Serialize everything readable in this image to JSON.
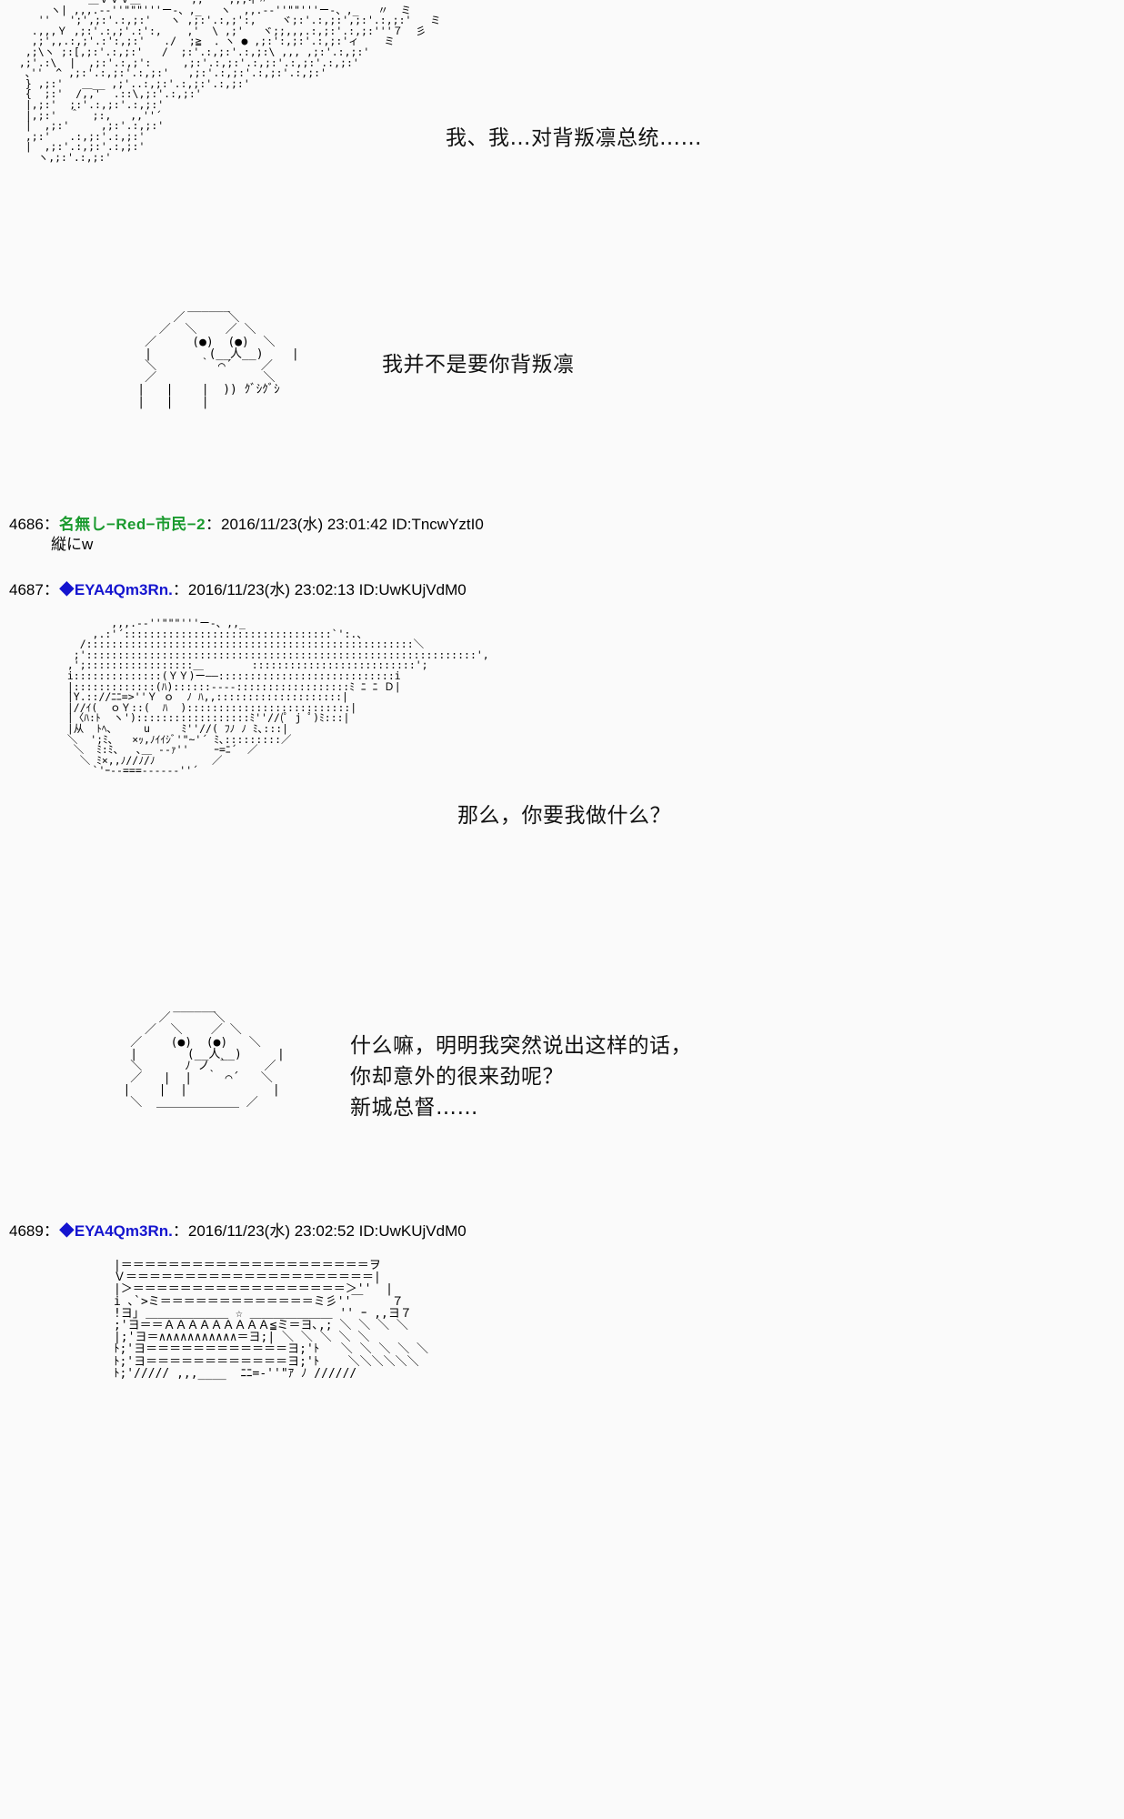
{
  "board": {
    "background_color": "#fafafa",
    "name_color_anon": "#1a9a2e",
    "name_color_trip": "#1414cf",
    "text_color": "#000000"
  },
  "posts": [
    {
      "number": "4686",
      "sep1": "：",
      "name": "名無し−Red−市民−2",
      "sep2": "：",
      "datestamp": "2016/11/23(水) 23:01:42 ID:TncwYztI0",
      "name_type": "anonymous",
      "trip_icon": "",
      "body": "縦にw"
    },
    {
      "number": "4687",
      "sep1": "：",
      "name": "EYA4Qm3Rn.",
      "sep2": "：",
      "datestamp": "2016/11/23(水) 23:02:13 ID:UwKUjVdM0",
      "name_type": "tripcode",
      "trip_icon": "◆",
      "body": ""
    },
    {
      "number": "4689",
      "sep1": "：",
      "name": "EYA4Qm3Rn.",
      "sep2": "：",
      "datestamp": "2016/11/23(水) 23:02:52 ID:UwKUjVdM0",
      "name_type": "tripcode",
      "trip_icon": "◆",
      "body": ""
    }
  ],
  "dialogues": [
    {
      "id": "d1",
      "text": "我、我…对背叛凛总统……"
    },
    {
      "id": "d2",
      "text": "我并不是要你背叛凛"
    },
    {
      "id": "d3",
      "text": "那么，你要我做什么？"
    },
    {
      "id": "d4",
      "text": "什么嘛，明明我突然说出这样的话，\n你却意外的很来劲呢？\n新城总督……"
    }
  ],
  "ascii_art": {
    "aa1_top_figure": "            ＿ＶＶＶ＿        ,,    ,,,ィ〃\n      ヽ| ,,,.-‐''\"\"\"'''ー-、,_   ヽ  ,,.-‐''\"\"'''ー-、,_   〃  ミ\n    ''   ';',;:'.:,;:'   ヽ ,;:'.:,;':,    ヾ;:'.:,;:',;:'.:,;:'   ミ\n   .,,,Ｙ ,;:'.:,;'.:':,    ,'  \\ ,;'   ヾ;;,,,.:,;:'.:,;:'''７  彡\n   ,;',,.:,;'.:':,;:'   ./  ;≧  ．ヽ ● ,;:':,;:'.:,;:'ィ    ミ\n  ,;\\ヽ ;:[,;:'.:,;:'   /  ;:'.:,;:'.:,;:\\ ,,, ,;:'.:,;:'\n ,;'.:\\  |  ,;:'.:,;':     ,;:'.:,;:'.:,;:'.:,;:'.:,;:'\n  ､''  ^ ,;:'.:,;:'.:,;:'   ,;:'.:,;:'.:,;:'.:,;:'\n  } ,;:'   ＿__ ,;'..:,;:'.:,;:'.:,;:'\n  {  ;:'  /,,'  .::\\,;:'.:,;:'\n  |,;:'  ;:'.:,;:'.:,;:'\n  |,;:'  ＾  ;:,   ,,''´\n  |  ,;:'     ,;:'.:,;:'\n  ,;:'   .:,;:'.:,;:'\n  |  ,;:'.:,;:'.:,;:'\n    ヽ,;:'.:,;:'",
    "aa2_yaruo_face": "           ______\n         ／      ＼\n       ／  ＼    ／ ＼\n     ／     (●)  (●)  ＼\n     |        (__人__)    |\n     ＼      ｀ ⌒´    ／\n     ／               ＼\n    |   |    |  )) ｸﾞｼｸﾞｼ\n    |   |    |",
    "aa3_large_figure": "         ,,,.-‐''\"\"\"'''ー-、,,_\n      ,.:'´:::::::::::::::::::::::::::::::::`':.、\n    /::::::::::::::::::::::::::::::::::::::::::::::::::::＼\n   ;'::::::::::::::::::::::::::::::::::::::::::::::::::::::::::::::',\n  ,';:::::::::::::::::＿　　　　 ::::::::::::::::::::::::::';\n  i::::::::::::::(ＹＹ)ー――::::::::::::::::::::::::::::i\n  |:::::::::::::(ﾊ)::::::----::::::::::::::::::ﾐ ﾆ ﾆ Ｄ|\n  |Y.:://ﾆﾆ=>''Ｙ ｏ  ﾉ ﾊ,,::::::::::::::::::::|\n  |//ｲ(  ｏＹ::(  ﾊ  )::::::::::::::::::::::::::|\n  |〈ﾊ:ﾄ  ヽ')::::::::::::::::::ﾐ''//(ﾟ j ﾟ)ﾐ:::|\n  |从  ﾄﾍ､     u     ﾐ''//( ﾌﾉ ﾉ ﾐ､:::|\n  ＼  ';ﾐ､   ×ｯ,ﾉｲｲｼﾞ'\"~'´ ﾐ､:::::::::／\n   ＼  ﾐ:ﾐ、  ､＿ -‐ｧ''    ｰ=ﾆ´　／\n    ＼ ﾐ×,,ﾉ//ﾉ/ﾉ         ／\n      `'ｰ--===----‐‐''´",
    "aa4_yaruo_face2": "          ______\n        ／      ＼\n      ／  ＼    ／ ＼\n    ／    (●)  (●)   ＼\n    |       (__人__)     |\n    ＼      ﾉ ノ ｀     ／\n    ／   |  |  ｀ ⌒´   ＼\n   |    |  |            |\n    ＼  ＿＿＿＿＿＿＿ ／",
    "aa5_bottom_banner": "      |＝＝＝＝＝＝＝＝＝＝＝＝＝＝＝＝＝＝＝＝＝ヲ\n      Ｖ＝＝＝＝＝＝＝＝＝＝＝＝＝＝＝＝＝＝＝＝＝|\n      |＞＝＝＝＝＝＝＝＝＝＝＝＝＝＝＝＝＝＝＞''  |\n      i ､`>ミ＝＝＝＝＝＝＝＝＝＝＝＝＝ミ彡''￣    ７\n      !ヨ｣ ＿＿＿＿＿＿＿ ☆ ＿＿＿＿＿＿＿ '' ｰ ,,ヨ７\n      ;'ヨ＝＝ＡＡＡＡＡＡＡＡＡ≦ミ＝ヨ､,; ＼ ＼ ＼ ＼\n      |;'ヨ＝∧∧∧∧∧∧∧∧∧∧∧＝ヨ;| ＼ ＼ ＼ ＼ ＼\n      ﾄ;'ヨ＝＝＝＝＝＝＝＝＝＝＝＝ヨ;'ﾄ   ＼ ＼ ＼ ＼ ＼\n      ﾄ;'ヨ＝＝＝＝＝＝＝＝＝＝＝＝ヨ;'ﾄ    ＼＼＼＼＼＼\n      ﾄ;'///// ,,,____  ﾆﾆ=‐''\"ｱ ﾉ //////"
  }
}
